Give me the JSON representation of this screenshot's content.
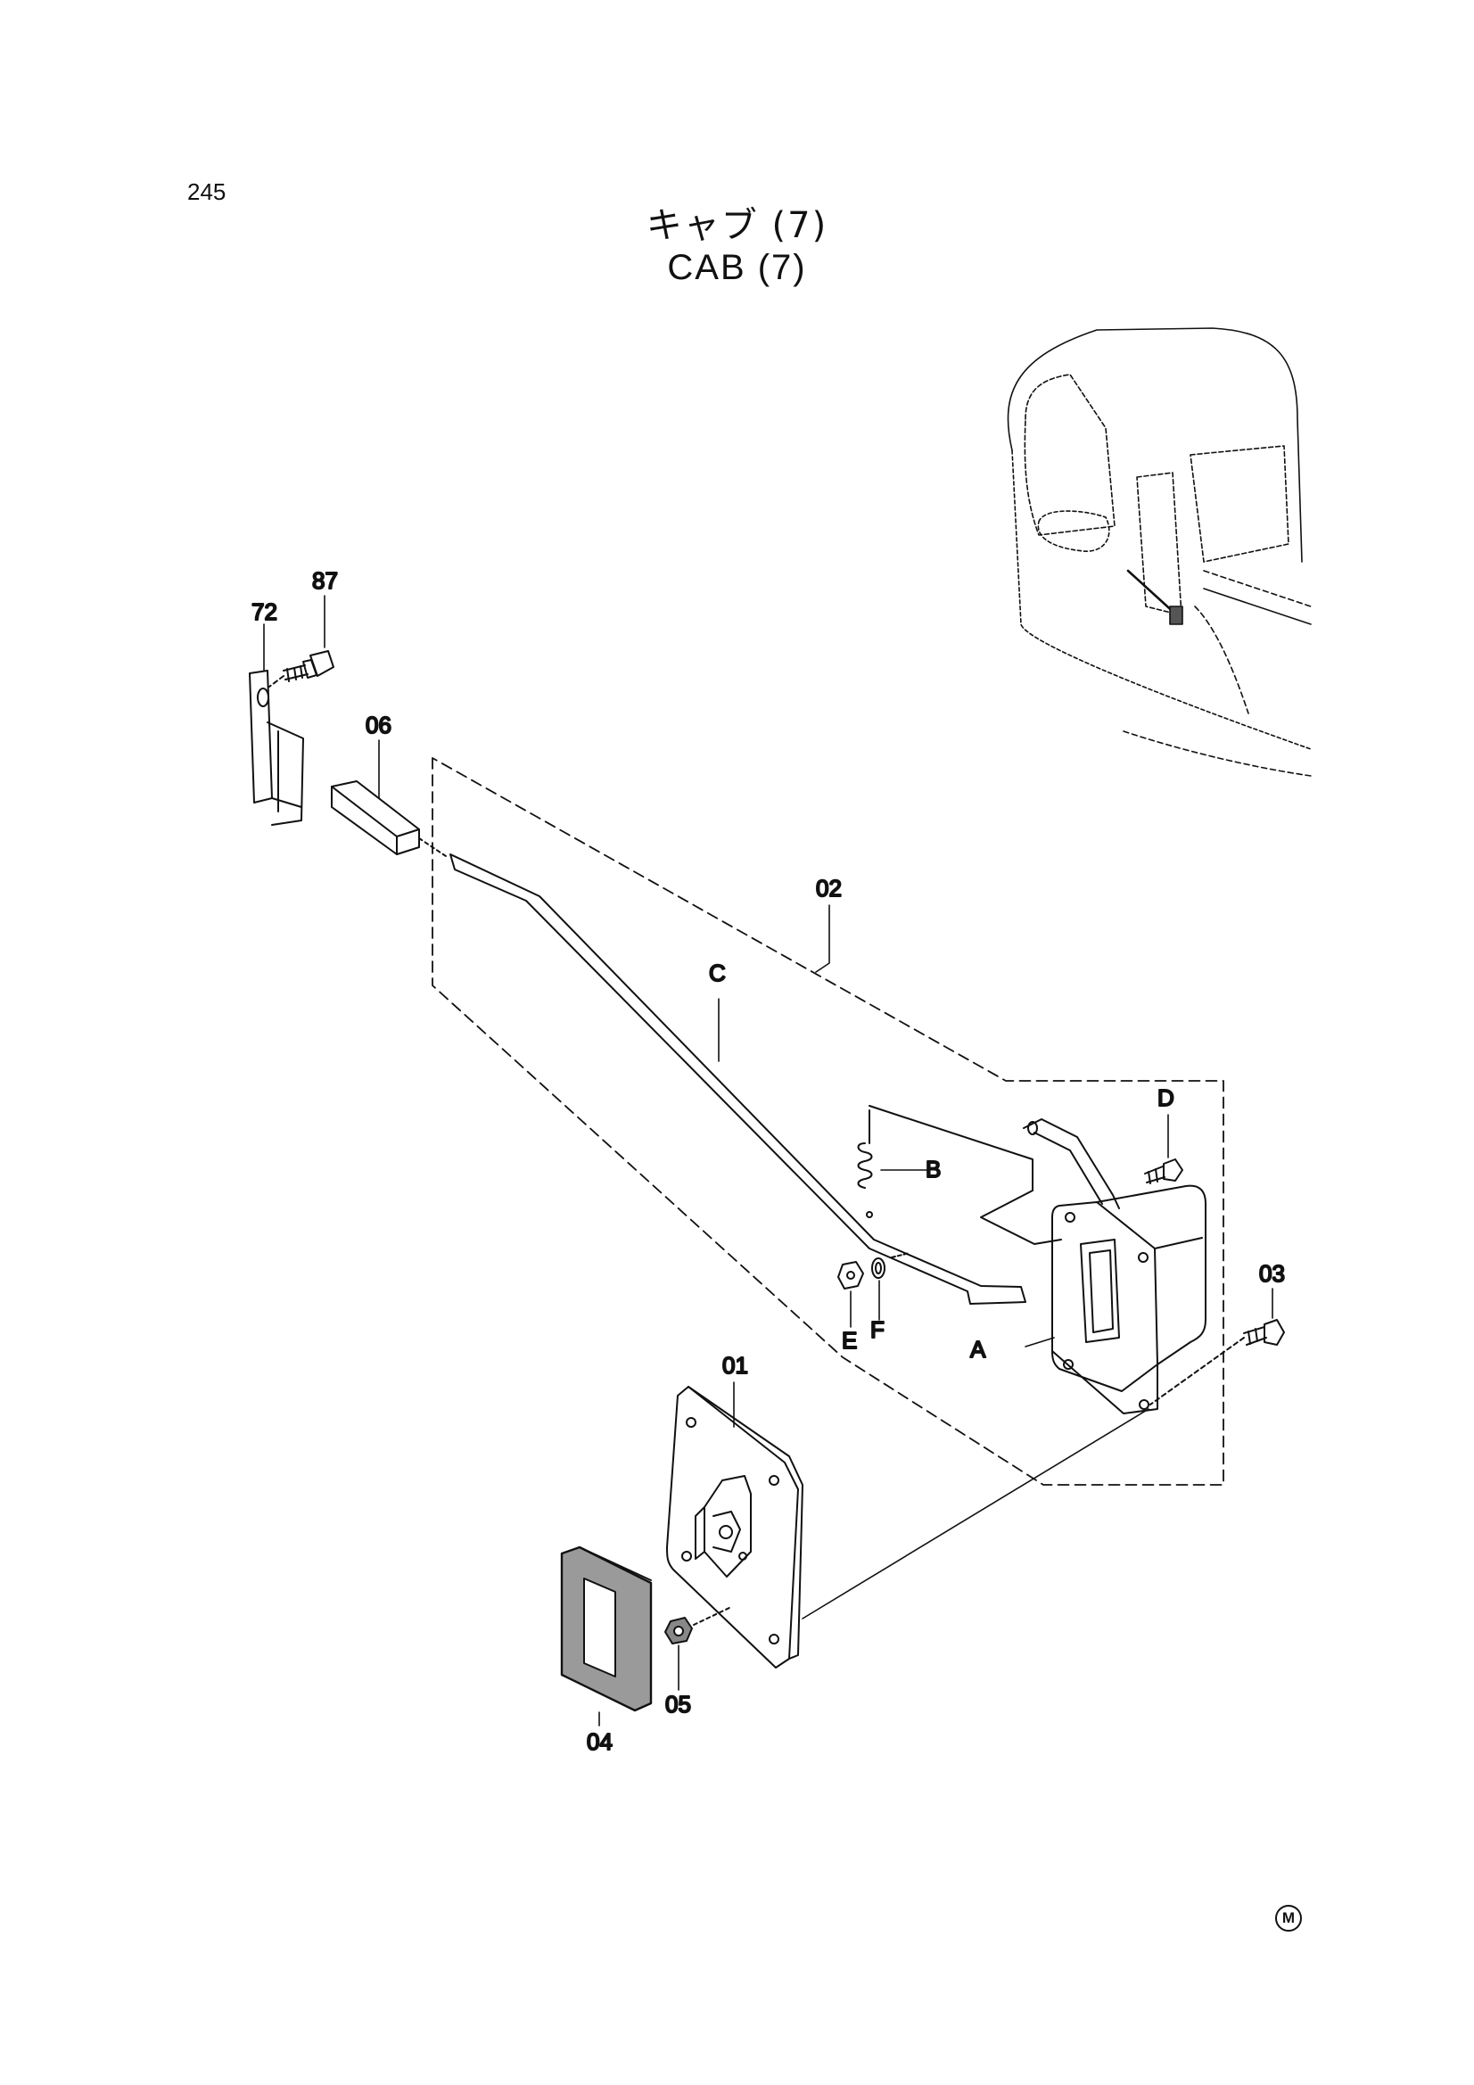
{
  "page": {
    "number": "245",
    "title_jp": "キャブ (7)",
    "title_en": "CAB (7)",
    "mark": "M"
  },
  "parts": {
    "p01": "01",
    "p02": "02",
    "p03": "03",
    "p04": "04",
    "p05": "05",
    "p06": "06",
    "p72": "72",
    "p87": "87"
  },
  "subparts": {
    "a": "A",
    "b": "B",
    "c": "C",
    "d": "D",
    "e": "E",
    "f": "F"
  },
  "colors": {
    "line": "#111111",
    "background": "#ffffff",
    "pad_fill": "#9a9a9a"
  }
}
